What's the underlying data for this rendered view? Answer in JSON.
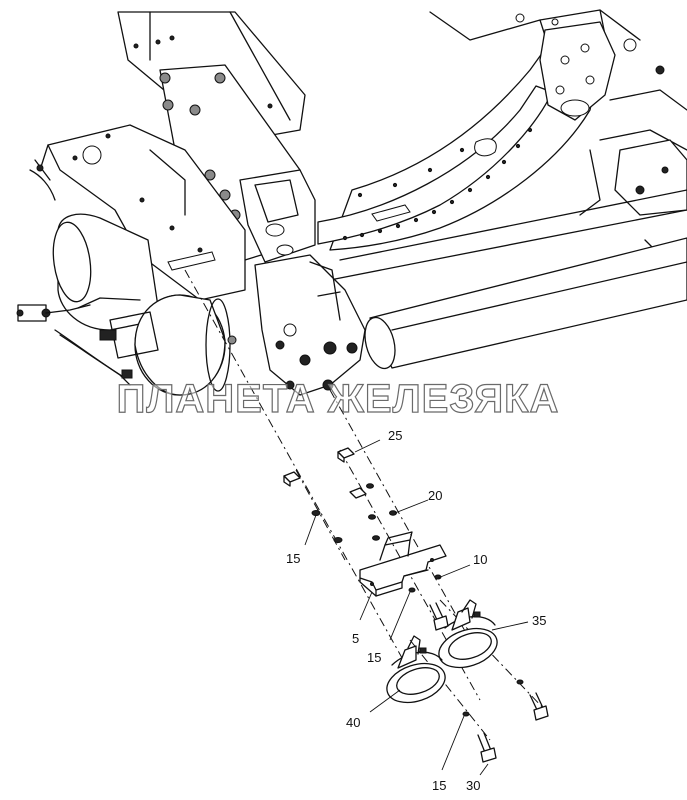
{
  "watermark": "ПЛАНЕТА ЖЕЛЕЗЯКА",
  "callouts": [
    {
      "id": "c25",
      "text": "25"
    },
    {
      "id": "c20",
      "text": "20"
    },
    {
      "id": "c15a",
      "text": "15"
    },
    {
      "id": "c10",
      "text": "10"
    },
    {
      "id": "c35",
      "text": "35"
    },
    {
      "id": "c5",
      "text": "5"
    },
    {
      "id": "c15b",
      "text": "15"
    },
    {
      "id": "c40",
      "text": "40"
    },
    {
      "id": "c15c",
      "text": "15"
    },
    {
      "id": "c30",
      "text": "30"
    }
  ]
}
